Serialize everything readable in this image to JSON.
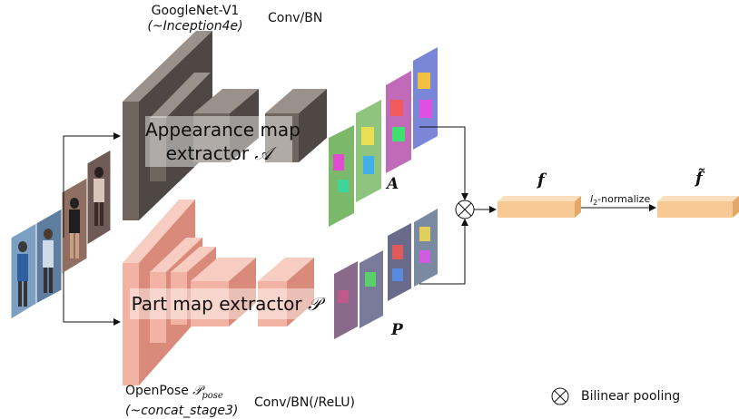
{
  "labels": {
    "googlenet_name": "GoogleNet-V1",
    "googlenet_layer": "(~Inception4e)",
    "conv_bn_top": "Conv/BN",
    "appearance_line1": "Appearance map",
    "appearance_line2": "extractor",
    "appearance_symbol": "𝒜",
    "part_text": "Part map extractor",
    "part_symbol": "𝒫",
    "openpose_name": "OpenPose",
    "openpose_symbol": "𝒫",
    "openpose_sub": "pose",
    "openpose_layer": "(~concat_stage3)",
    "conv_bn_bottom": "Conv/BN(/ReLU)",
    "feat_a": "A",
    "feat_p": "P",
    "f": "f",
    "f_tilde": "f̃",
    "normalize_l": "l",
    "normalize_sub": "2",
    "normalize_text": "-normalize",
    "bilinear_symbol": "⊗",
    "bilinear_text": "Bilinear pooling"
  },
  "colors": {
    "appearance_front": "#6f6660",
    "appearance_side": "#4f4743",
    "appearance_top": "#9a918a",
    "part_front": "#f2b3a4",
    "part_side": "#d98a7a",
    "part_top": "#f7cdc2",
    "vector_front": "#f7c994",
    "vector_top": "#fbe0bf",
    "vector_side": "#e3a868"
  }
}
